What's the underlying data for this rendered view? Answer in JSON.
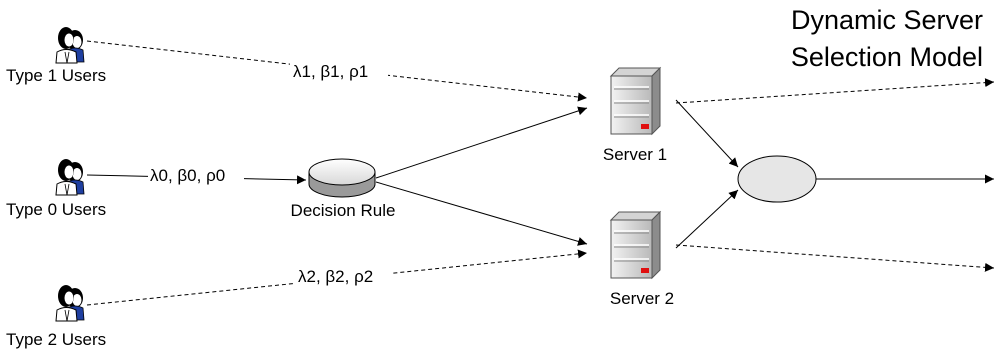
{
  "title": {
    "line1": "Dynamic Server",
    "line2": "Selection Model"
  },
  "users": {
    "type1": "Type 1 Users",
    "type0": "Type 0 Users",
    "type2": "Type 2 Users"
  },
  "nodes": {
    "decision_rule": "Decision Rule",
    "server1": "Server 1",
    "server2": "Server 2"
  },
  "edges": {
    "type1_params": "λ1, β1, ρ1",
    "type0_params": "λ0, β0, ρ0",
    "type2_params": "λ2, β2, ρ2"
  },
  "colors": {
    "server_led": "#e01010",
    "merge_fill": "#e6e6e6",
    "user_body": "#1f3fa0"
  },
  "icons": [
    "user-group-icon",
    "server-icon"
  ]
}
